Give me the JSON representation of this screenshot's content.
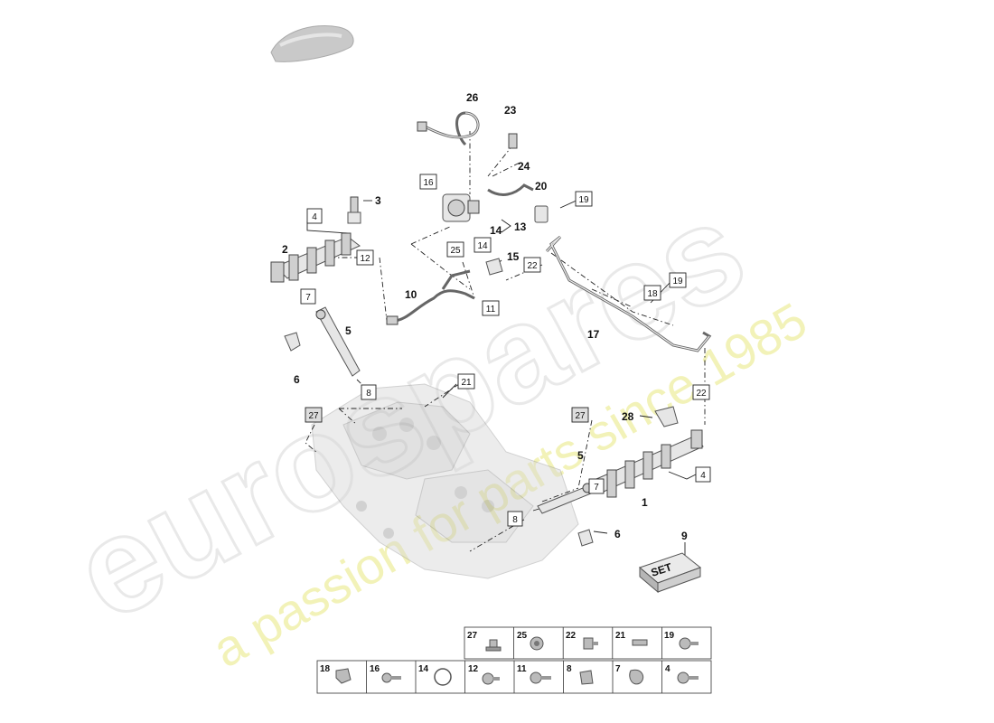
{
  "diagram": {
    "callouts": [
      {
        "id": "c1",
        "text": "1",
        "boxed": false
      },
      {
        "id": "c2",
        "text": "2",
        "boxed": false
      },
      {
        "id": "c3",
        "text": "3",
        "boxed": false
      },
      {
        "id": "c4a",
        "text": "4",
        "boxed": true
      },
      {
        "id": "c4b",
        "text": "4",
        "boxed": true
      },
      {
        "id": "c5a",
        "text": "5",
        "boxed": false
      },
      {
        "id": "c5b",
        "text": "5",
        "boxed": false
      },
      {
        "id": "c6a",
        "text": "6",
        "boxed": false
      },
      {
        "id": "c6b",
        "text": "6",
        "boxed": false
      },
      {
        "id": "c7a",
        "text": "7",
        "boxed": true
      },
      {
        "id": "c7b",
        "text": "7",
        "boxed": true
      },
      {
        "id": "c8a",
        "text": "8",
        "boxed": true
      },
      {
        "id": "c8b",
        "text": "8",
        "boxed": true
      },
      {
        "id": "c9",
        "text": "9",
        "boxed": false
      },
      {
        "id": "c10",
        "text": "10",
        "boxed": false
      },
      {
        "id": "c11",
        "text": "11",
        "boxed": true
      },
      {
        "id": "c12",
        "text": "12",
        "boxed": true
      },
      {
        "id": "c13",
        "text": "13",
        "boxed": false
      },
      {
        "id": "c14a",
        "text": "14",
        "boxed": false
      },
      {
        "id": "c14b",
        "text": "14",
        "boxed": true
      },
      {
        "id": "c15",
        "text": "15",
        "boxed": false
      },
      {
        "id": "c16",
        "text": "16",
        "boxed": true
      },
      {
        "id": "c17",
        "text": "17",
        "boxed": false
      },
      {
        "id": "c18",
        "text": "18",
        "boxed": true
      },
      {
        "id": "c19a",
        "text": "19",
        "boxed": true
      },
      {
        "id": "c19b",
        "text": "19",
        "boxed": true
      },
      {
        "id": "c20",
        "text": "20",
        "boxed": false
      },
      {
        "id": "c21",
        "text": "21",
        "boxed": true
      },
      {
        "id": "c22a",
        "text": "22",
        "boxed": true
      },
      {
        "id": "c22b",
        "text": "22",
        "boxed": true
      },
      {
        "id": "c23",
        "text": "23",
        "boxed": false
      },
      {
        "id": "c24",
        "text": "24",
        "boxed": false
      },
      {
        "id": "c25",
        "text": "25",
        "boxed": true
      },
      {
        "id": "c26",
        "text": "26",
        "boxed": false
      },
      {
        "id": "c27a",
        "text": "27",
        "boxed": true
      },
      {
        "id": "c27b",
        "text": "27",
        "boxed": true
      },
      {
        "id": "c28",
        "text": "28",
        "boxed": false
      }
    ],
    "set_label": "SET"
  },
  "hardware_grid": {
    "row1": [
      "27",
      "25",
      "22",
      "21",
      "19"
    ],
    "row2": [
      "18",
      "16",
      "14",
      "12",
      "11",
      "8",
      "7",
      "4"
    ]
  },
  "watermark": {
    "brand": "eurospares",
    "tagline": "a passion for parts since 1985"
  },
  "colors": {
    "line": "#222222",
    "part": "#e6e6e6",
    "watermark_brand": "#e9e9e9",
    "watermark_tagline": "#f2f2b8"
  }
}
